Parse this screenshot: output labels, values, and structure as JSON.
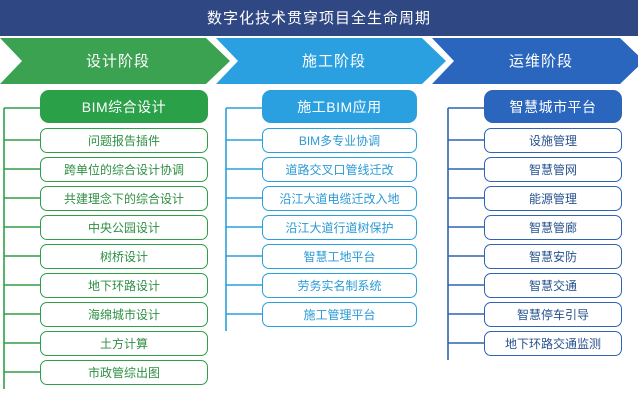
{
  "header": {
    "title": "数字化技术贯穿项目全生命周期",
    "bg_color": "#2f4783",
    "text_color": "#ffffff"
  },
  "phases": [
    {
      "label": "设计阶段",
      "color": "#3aa250",
      "theme": "green"
    },
    {
      "label": "施工阶段",
      "color": "#2ba0e0",
      "theme": "blue"
    },
    {
      "label": "运维阶段",
      "color": "#2a66bd",
      "theme": "navy"
    }
  ],
  "columns": [
    {
      "theme": "green",
      "accent": "#2aa048",
      "border": "#2f9e49",
      "text": "#2d8f43",
      "head": "BIM综合设计",
      "items": [
        "问题报告插件",
        "跨单位的综合设计协调",
        "共建理念下的综合设计",
        "中央公园设计",
        "树桥设计",
        "地下环路设计",
        "海绵城市设计",
        "土方计算",
        "市政管综出图"
      ]
    },
    {
      "theme": "blue",
      "accent": "#2ba0e0",
      "border": "#2b9fdc",
      "text": "#2b9ad6",
      "head": "施工BIM应用",
      "items": [
        "BIM多专业协调",
        "道路交叉口管线迁改",
        "沿江大道电缆迁改入地",
        "沿江大道行道树保护",
        "智慧工地平台",
        "劳务实名制系统",
        "施工管理平台"
      ]
    },
    {
      "theme": "navy",
      "accent": "#2a66bd",
      "border": "#2f63b4",
      "text": "#27528f",
      "head": "智慧城市平台",
      "items": [
        "设施管理",
        "智慧管网",
        "能源管理",
        "智慧管廊",
        "智慧安防",
        "智慧交通",
        "智慧停车引导",
        "地下环路交通监测"
      ]
    }
  ]
}
